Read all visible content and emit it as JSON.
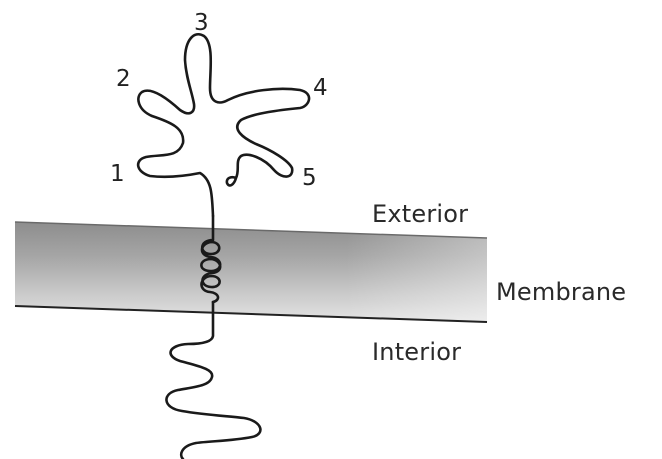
{
  "labels": {
    "exterior": "Exterior",
    "membrane": "Membrane",
    "interior": "Interior"
  },
  "domains": [
    {
      "number": "1"
    },
    {
      "number": "2"
    },
    {
      "number": "3"
    },
    {
      "number": "4"
    },
    {
      "number": "5"
    }
  ]
}
